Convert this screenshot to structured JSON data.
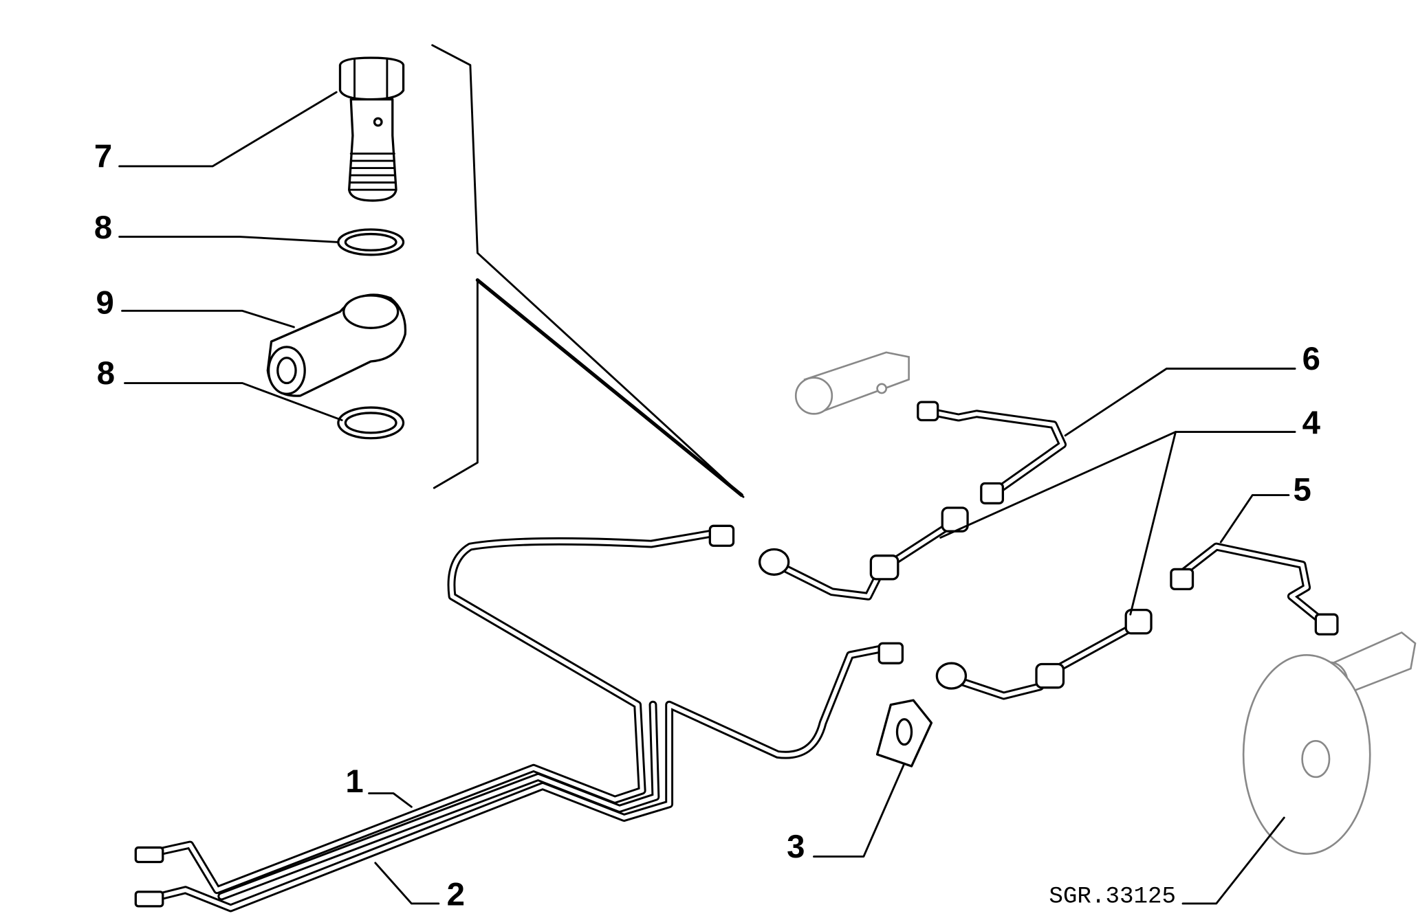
{
  "diagram": {
    "callouts": [
      {
        "id": "7",
        "label": "7"
      },
      {
        "id": "8a",
        "label": "8"
      },
      {
        "id": "9",
        "label": "9"
      },
      {
        "id": "8b",
        "label": "8"
      },
      {
        "id": "6",
        "label": "6"
      },
      {
        "id": "4",
        "label": "4"
      },
      {
        "id": "5",
        "label": "5"
      },
      {
        "id": "1",
        "label": "1"
      },
      {
        "id": "2",
        "label": "2"
      },
      {
        "id": "3",
        "label": "3"
      }
    ],
    "drawing_code": "SGR.33125"
  }
}
